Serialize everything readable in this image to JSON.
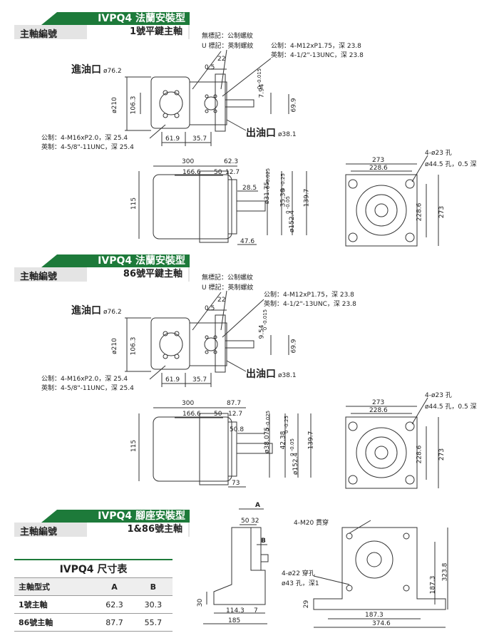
{
  "sec1": {
    "title": "IVPQ4 法蘭安裝型",
    "key": "主軸編號",
    "value": "1號平鍵主軸"
  },
  "sec2": {
    "title": "IVPQ4 法蘭安裝型",
    "key": "主軸編號",
    "value": "86號平鍵主軸"
  },
  "sec3": {
    "title": "IVPQ4 腳座安裝型",
    "key": "主軸編號",
    "value": "1&86號主軸"
  },
  "common": {
    "no_mark": "無標記：公制螺紋",
    "u_mark": "U 標記：英制螺紋",
    "metric_out": "公制：4-M12xP1.75，深 23.8",
    "inch_out": "英制：4-1/2\"-13UNC，深 23.8",
    "inlet": "進油口",
    "inlet_d": "ø76.2",
    "outlet": "出油口",
    "outlet_d": "ø38.1",
    "metric_in": "公制：4-M16xP2.0，深 25.4",
    "inch_in": "英制：4-5/8\"-11UNC，深 25.4",
    "d_22": "22",
    "d_05": "0.5",
    "d_210": "ø210",
    "d_1063": "106.3",
    "d_699": "69.9",
    "d_619": "61.9",
    "d_357": "35.7",
    "d_300": "300",
    "d_1666": "166.6",
    "d_50": "50",
    "d_127": "12.7",
    "d_115": "115",
    "d_1397": "139.7",
    "d_1524": "ø152.4",
    "d_tol005": "0 -0.05",
    "d_273": "273",
    "d_2286": "228.6",
    "hole1": "4-ø23 孔",
    "hole2": "ø44.5 孔，0.5 深"
  },
  "sec1_dims": {
    "key_d": "7.94",
    "key_tol": "0 -0.015",
    "flange": "62.3",
    "step": "28.5",
    "shaft": "ø31.75",
    "shaft_tol": "0 -0.025",
    "bore": "35.36",
    "bore_tol": "0 -0.25",
    "len": "47.6"
  },
  "sec2_dims": {
    "key_d": "9.54",
    "key_tol": "0 -0.015",
    "flange": "87.7",
    "step": "50.8",
    "shaft": "ø38.075",
    "shaft_tol": "0 -0.025",
    "bore": "42.38",
    "bore_tol": "0 -0.25",
    "len": "73"
  },
  "foot": {
    "A": "A",
    "B": "B",
    "d50": "50",
    "d32": "32",
    "d30": "30",
    "d1143": "114.3",
    "d7": "7",
    "d185": "185",
    "m20": "4-M20 貫穿",
    "hole22": "4-ø22 穿孔",
    "hole43": "ø43 孔，深1",
    "d29": "29",
    "d1873": "187.3",
    "d3746": "374.6",
    "d1873v": "187.3",
    "d3238": "323.8"
  },
  "table": {
    "title": "IVPQ4 尺寸表",
    "headers": [
      "主軸型式",
      "A",
      "B"
    ],
    "rows": [
      [
        "1號主軸",
        "62.3",
        "30.3"
      ],
      [
        "86號主軸",
        "87.7",
        "55.7"
      ]
    ]
  }
}
